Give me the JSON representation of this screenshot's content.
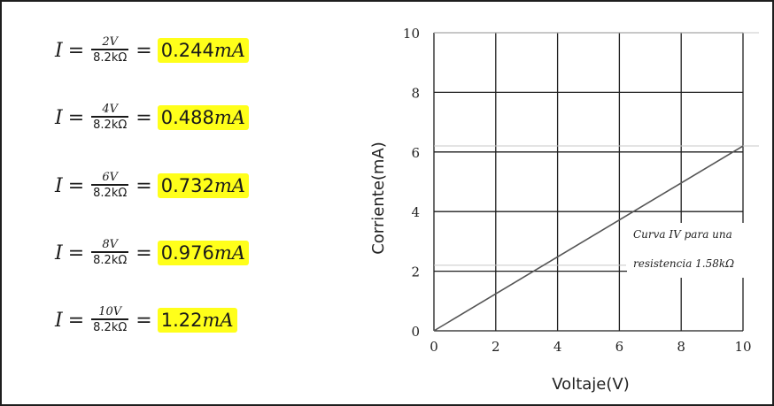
{
  "equations": [
    {
      "lhs": "I",
      "numerator": "2V",
      "denominator": "8.2kΩ",
      "value": "0.244",
      "unit": "mA"
    },
    {
      "lhs": "I",
      "numerator": "4V",
      "denominator": "8.2kΩ",
      "value": "0.488",
      "unit": "mA"
    },
    {
      "lhs": "I",
      "numerator": "6V",
      "denominator": "8.2kΩ",
      "value": "0.732",
      "unit": "mA"
    },
    {
      "lhs": "I",
      "numerator": "8V",
      "denominator": "8.2kΩ",
      "value": "0.976",
      "unit": "mA"
    },
    {
      "lhs": "I",
      "numerator": "10V",
      "denominator": "8.2kΩ",
      "value": "1.22",
      "unit": "mA"
    }
  ],
  "colors": {
    "highlight": "#ffff1a",
    "grid": "#1e1e1e",
    "line": "#555555"
  },
  "chart_data": {
    "type": "line",
    "xlabel": "Voltaje(V)",
    "ylabel": "Corriente(mA)",
    "xlim": [
      0,
      10
    ],
    "ylim": [
      0,
      10
    ],
    "xticks": [
      0,
      2,
      4,
      6,
      8,
      10
    ],
    "yticks": [
      0,
      2,
      4,
      6,
      8,
      10
    ],
    "grid": true,
    "series": [
      {
        "x": [
          0,
          10
        ],
        "y": [
          0,
          6.2
        ]
      }
    ],
    "annotation": {
      "line1": "Curva IV para una",
      "line2": "resistencia 1.58kΩ"
    }
  }
}
